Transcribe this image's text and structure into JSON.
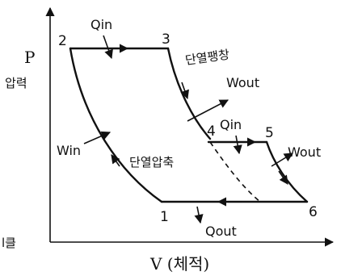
{
  "axes": {
    "y_symbol": "P",
    "y_label": "압력",
    "x_label": "V (체적)",
    "left_fragment": "l클"
  },
  "points": {
    "p1": "1",
    "p2": "2",
    "p3": "3",
    "p4": "4",
    "p5": "5",
    "p6": "6"
  },
  "heat_work": {
    "qin_top": "Qin",
    "qin_mid": "Qin",
    "wout_mid": "Wout",
    "wout_right": "Wout",
    "win": "Win",
    "qout": "Qout"
  },
  "processes": {
    "adiabatic_expansion": "단열팽창",
    "adiabatic_compression": "단열압축"
  }
}
